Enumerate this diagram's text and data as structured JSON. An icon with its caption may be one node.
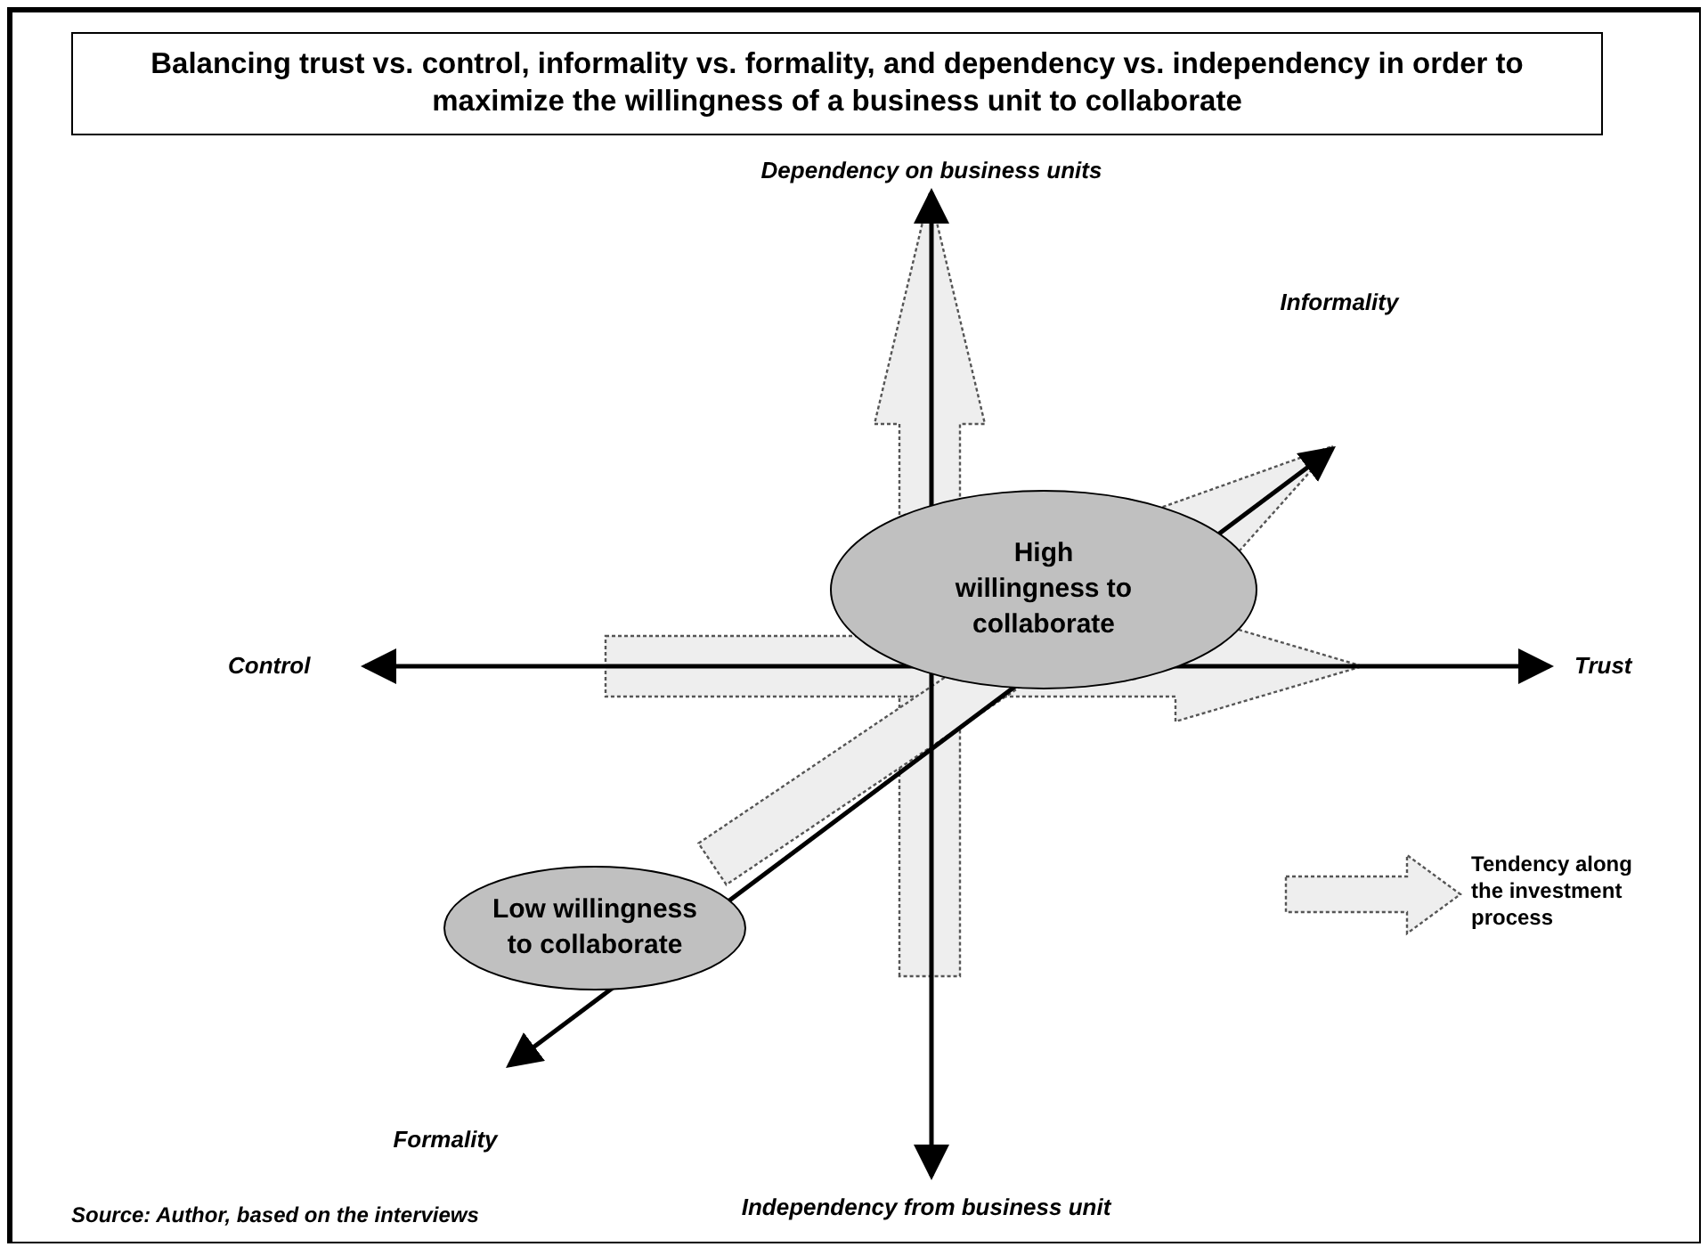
{
  "diagram": {
    "title": "Balancing trust vs. control, informality vs. formality, and dependency vs. independency in order to maximize the willingness of a business unit to collaborate",
    "caption": "Source: Author, based on the interviews",
    "nodes": [
      {
        "text": [
          "High willingness to collaborate"
        ]
      },
      {
        "text": [
          "Low willingness to collaborate"
        ]
      }
    ],
    "labels": [
      "Dependency on business units",
      "Informality",
      "Control",
      "Trust",
      "Formality",
      "Independency from business unit"
    ],
    "legend": [
      {
        "text": "Tendency along the investment process"
      }
    ]
  }
}
